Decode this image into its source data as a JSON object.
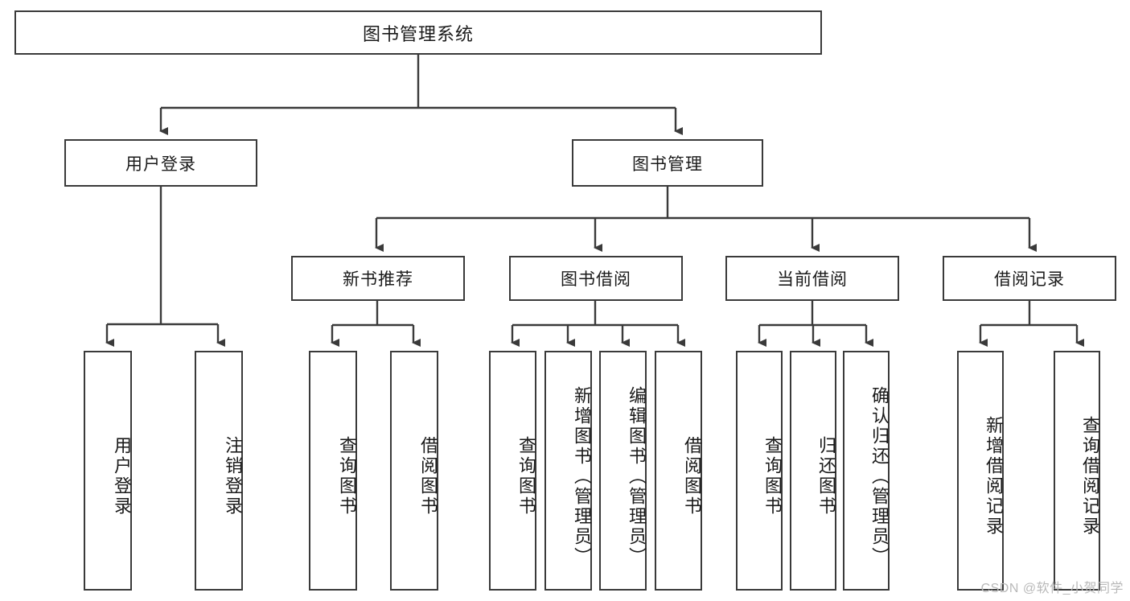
{
  "diagram": {
    "title": "图书管理系统",
    "type": "tree-hierarchy",
    "watermark": "CSDN @软件_小贺同学",
    "edge_color": "#3a3a3a",
    "box_border_color": "#3a3a3a",
    "box_fill_color": "#ffffff",
    "background_color": "#ffffff",
    "root": {
      "label": "图书管理系统"
    },
    "level2": [
      {
        "label": "用户登录"
      },
      {
        "label": "图书管理"
      }
    ],
    "level3": [
      {
        "label": "新书推荐"
      },
      {
        "label": "图书借阅"
      },
      {
        "label": "当前借阅"
      },
      {
        "label": "借阅记录"
      }
    ],
    "leaves": {
      "用户登录": [
        {
          "label": "用户登录"
        },
        {
          "label": "注销登录"
        }
      ],
      "新书推荐": [
        {
          "label": "查询图书"
        },
        {
          "label": "借阅图书"
        }
      ],
      "图书借阅": [
        {
          "label": "查询图书"
        },
        {
          "label": "新增图书（管理员）"
        },
        {
          "label": "编辑图书（管理员）"
        },
        {
          "label": "借阅图书"
        }
      ],
      "当前借阅": [
        {
          "label": "查询图书"
        },
        {
          "label": "归还图书"
        },
        {
          "label": "确认归还（管理员）"
        }
      ],
      "借阅记录": [
        {
          "label": "新增借阅记录"
        },
        {
          "label": "查询借阅记录"
        }
      ]
    }
  }
}
